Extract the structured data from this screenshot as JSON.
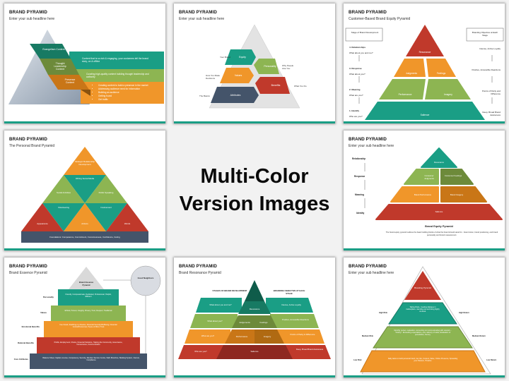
{
  "colors": {
    "teal": "#1a9e85",
    "dark_teal": "#177a63",
    "green": "#8db552",
    "olive": "#6d8a3a",
    "orange": "#f0962a",
    "dark_orange": "#c97617",
    "red": "#c0392b",
    "dark_red": "#8e2820",
    "slate": "#44546a",
    "grey": "#d9d9d9",
    "accent_bar": "#1a9e85"
  },
  "center": {
    "line1": "Multi-Color",
    "line2": "Version Images"
  },
  "slides": [
    {
      "title": "BRAND PYRAMID",
      "subtitle": "Enter your sub headline here",
      "layers": [
        {
          "label": "Evangelism Content",
          "text": "Content that is so rich & engaging, your customers tell the brand story, on & offline"
        },
        {
          "label": "Thought Leadership Content",
          "text": "Curating high-quality content building thought leadership and authority"
        },
        {
          "label": "Presence Content",
          "bullets": [
            "Creating content to build a presence in the market",
            "Addressing audience need for information",
            "Building an audience",
            "Getting found",
            "Get traffic"
          ]
        }
      ]
    },
    {
      "title": "BRAND PYRAMID",
      "subtitle": "Enter your sub headline here",
      "blocks": [
        "Equity",
        "Personality",
        "Values",
        "Benefits",
        "Attributes"
      ],
      "side_labels": {
        "your_brand": "Your Brand",
        "why_people": "Why People Like You",
        "how_decisions": "How You Make Decisions",
        "what_you_do": "What You Do",
        "basics": "The Basics"
      }
    },
    {
      "title": "BRAND PYRAMID",
      "subtitle": "Customer-Based Brand Equity Pyramid",
      "left_header": "Stage of Brand Development",
      "right_header": "Branding Objective at Each Stage",
      "stages": [
        {
          "name": "4. Relationships",
          "question": "What about you and me?"
        },
        {
          "name": "3. Response",
          "question": "What about you?"
        },
        {
          "name": "2. Meaning",
          "question": "What are you?"
        },
        {
          "name": "1. Identify",
          "question": "Who are you?"
        }
      ],
      "objectives": [
        "Intense, Active Loyalty",
        "Positive, Accessible Reactions",
        "Points of Parity and Difference",
        "Deep, Broad Brand Awareness"
      ],
      "blocks": [
        "Resonance",
        "Judgments",
        "Feelings",
        "Performance",
        "Imagery",
        "Salience"
      ]
    },
    {
      "title": "BRAND PYRAMID",
      "subtitle": "The Personal Brand Pyramid",
      "cells": [
        "Strategic Relationship Development",
        "Writing Social Media",
        "Social Activities",
        "Public Speaking",
        "Volunteering",
        "Involvement",
        "Appearance",
        "Actions",
        "Words"
      ],
      "foundation": "Foundations: Competence, Commitment, Consciousness, Confidence, Caring"
    },
    {
      "title": "BRAND PYRAMID",
      "subtitle": "Enter your sub headline here",
      "levels": [
        "Relationship",
        "Response",
        "Meaning",
        "Identity"
      ],
      "blocks": [
        "Resonance",
        "Consumer Judgments",
        "Consumer Feelings",
        "Brand Performance",
        "Brand Imagery",
        "Salience"
      ],
      "caption_title": "Brand Equity Pyramid",
      "caption_text": "The brand equity pyramid outlines the basic building blocks of what the brand should stand for - brand vision, brand positioning, and brand personality and brand measurement."
    },
    {
      "title": "BRAND PYRAMID",
      "subtitle": "Brand Essence Pyramid",
      "apex": "Brand Essence Pyramid",
      "circle": "Good Neighbors",
      "rows": [
        {
          "label": "Personality",
          "text": "Friendly, Compassionate, Dedicated, Professional, Helpful, Efficient"
        },
        {
          "label": "Values",
          "text": "Ethical, Honest, Integrity, Privacy, Trust, Respect, Traditional"
        },
        {
          "label": "Emotional Benefits",
          "text": "Feel Good, Realizing my Dreams, Financial Security/Wellbeing, Financial Control/Know-how, Peace of Mind, Trust"
        },
        {
          "label": "Rational Benefits",
          "text": "Profits, Employment, Choice, Financial Solutions, Helping the Community, Governance, Convenience, Communication"
        },
        {
          "label": "Core Attributes",
          "text": "Balance Sheet, Capital, License, Competency, Security, Member Service Centre, Staff, Branches, Banking System, Internet, Compliance"
        }
      ]
    },
    {
      "title": "BRAND PYRAMID",
      "subtitle": "Brand Resonance Pyramid",
      "left_header": "STAGES OF BRAND DEVELOPMENT",
      "right_header": "BRANDING OBJECTIVE AT EACH STAGE",
      "rows": [
        {
          "left": "What about you and me?",
          "center": [
            "Resonance"
          ],
          "right": "Intense, Active Loyalty"
        },
        {
          "left": "What about you?",
          "center": [
            "Judgements",
            "Feelings"
          ],
          "right": "Positive, Accessible Reactions"
        },
        {
          "left": "What are you?",
          "center": [
            "Performance",
            "Imagery"
          ],
          "right": "Points of Parity & Difference"
        },
        {
          "left": "Who are you?",
          "center": [
            "Salience"
          ],
          "right": "Deep, Broad Brand Awareness"
        }
      ]
    },
    {
      "title": "BRAND PYRAMID",
      "subtitle": "Enter your sub headline here",
      "apex": "Branding Pyramid",
      "tiers": [
        {
          "text": "Taking Risks, creating dialogue in marketplace, standing out and being highly unusual.",
          "left": "High Risk",
          "right": "High Return"
        },
        {
          "text": "Monthly review, evaluation, connecting not communicating with network – \"Colony\". Exceeding expectations, over delivery of value, Evaluation of penetration, Survey",
          "left": "Medium Risk",
          "right": "Medium Return"
        },
        {
          "text": "Daily tasks to build personal brand, low risk, Content, Value, Online Presence, Spreading your Passion, Timeline",
          "left": "Low Risk",
          "right": "Low Return"
        }
      ]
    }
  ]
}
